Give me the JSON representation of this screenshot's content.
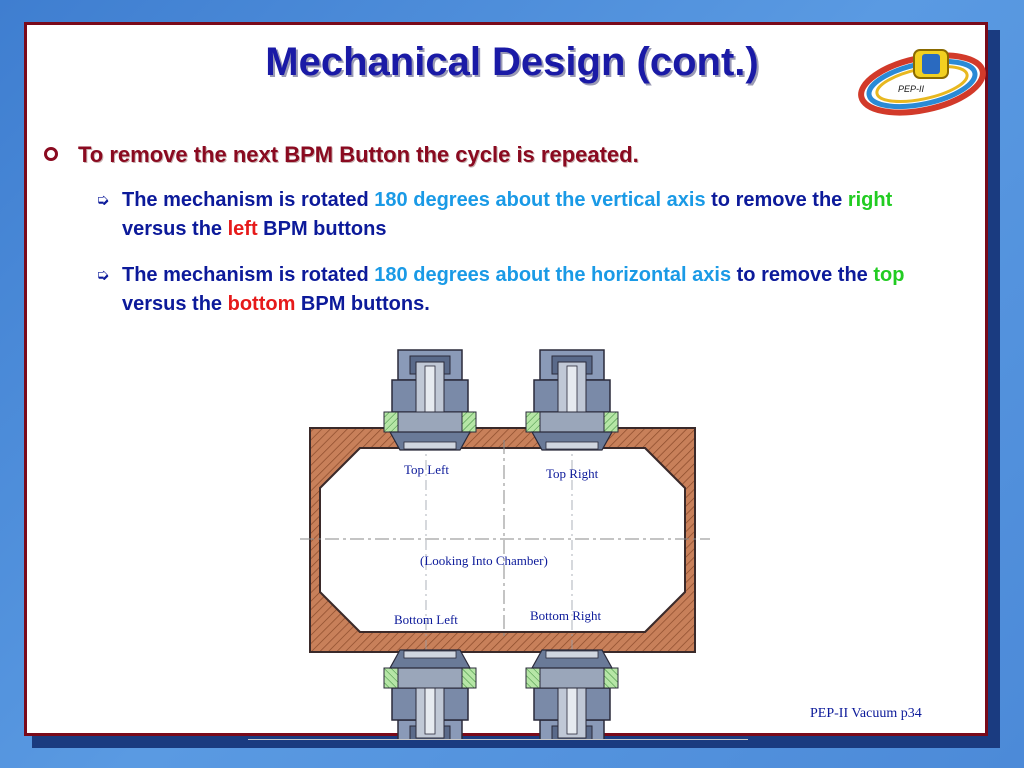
{
  "slide": {
    "title": "Mechanical Design (cont.)",
    "bullet": "To remove the next BPM Button the cycle is repeated.",
    "sub1": {
      "a": "The mechanism is rotated ",
      "b": "180 degrees about the vertical axis",
      "c": " to remove the ",
      "d": "right",
      "e": " versus the ",
      "f": "left",
      "g": " BPM buttons"
    },
    "sub2": {
      "a": "The mechanism is rotated ",
      "b": "180 degrees about the horizontal axis",
      "c": " to remove the ",
      "d": "top",
      "e": " versus the ",
      "f": "bottom",
      "g": " BPM buttons."
    },
    "footer": "PEP-II Vacuum  p34"
  },
  "logo": {
    "text": "PEP-II"
  },
  "diagram": {
    "labels": {
      "top_left": "Top Left",
      "top_right": "Top Right",
      "center": "(Looking Into Chamber)",
      "bottom_left": "Bottom Left",
      "bottom_right": "Bottom Right"
    }
  },
  "colors": {
    "title": "#1a1aa6",
    "bullet": "#8a0a20",
    "body": "#0c1a9a",
    "highlight": "#1a9ae6",
    "green": "#22cc22",
    "red": "#e61a1a",
    "border": "#7a0a1a"
  }
}
